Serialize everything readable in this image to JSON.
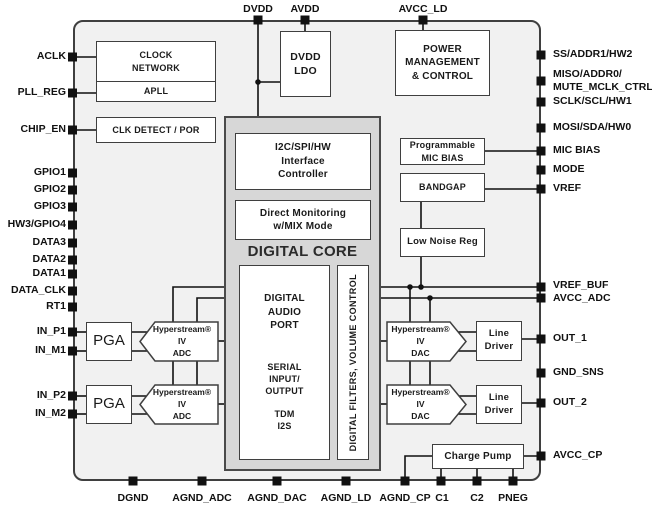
{
  "pins": {
    "top": {
      "dvdd": "DVDD",
      "avdd": "AVDD",
      "avcc_ld": "AVCC_LD"
    },
    "left": {
      "aclk": "ACLK",
      "pll_reg": "PLL_REG",
      "chip_en": "CHIP_EN",
      "gpio1": "GPIO1",
      "gpio2": "GPIO2",
      "gpio3": "GPIO3",
      "hw3_gpio4": "HW3/GPIO4",
      "data3": "DATA3",
      "data2": "DATA2",
      "data1": "DATA1",
      "data_clk": "DATA_CLK",
      "rt1": "RT1",
      "in_p1": "IN_P1",
      "in_m1": "IN_M1",
      "in_p2": "IN_P2",
      "in_m2": "IN_M2"
    },
    "right": {
      "ss": "SS/ADDR1/HW2",
      "miso": "MISO/ADDR0/\nMUTE_MCLK_CTRL",
      "sclk": "SCLK/SCL/HW1",
      "mosi": "MOSI/SDA/HW0",
      "mic_bias": "MIC BIAS",
      "mode": "MODE",
      "vref": "VREF",
      "vref_buf": "VREF_BUF",
      "avcc_adc": "AVCC_ADC",
      "out1": "OUT_1",
      "gnd_sns": "GND_SNS",
      "out2": "OUT_2",
      "avcc_cp": "AVCC_CP"
    },
    "bottom": {
      "dgnd": "DGND",
      "agnd_adc": "AGND_ADC",
      "agnd_dac": "AGND_DAC",
      "agnd_ld": "AGND_LD",
      "agnd_cp": "AGND_CP",
      "c1": "C1",
      "c2": "C2",
      "pneg": "PNEG"
    }
  },
  "blocks": {
    "clock_network": "CLOCK\nNETWORK",
    "apll": "APLL",
    "clk_detect": "CLK DETECT / POR",
    "dvdd_ldo": "DVDD\nLDO",
    "power_mgmt": "POWER\nMANAGEMENT\n& CONTROL",
    "i2c": "I2C/SPI/HW\nInterface\nController",
    "direct_mon": "Direct Monitoring\nw/MIX Mode",
    "digital_core": "DIGITAL CORE",
    "dap_title": "DIGITAL\nAUDIO\nPORT",
    "dap_serial": "SERIAL\nINPUT/\nOUTPUT",
    "dap_tdm": "TDM\nI2S",
    "filters": "DIGITAL FILTERS, VOLUME CONTROL",
    "pga1": "PGA",
    "pga2": "PGA",
    "adc1": "Hyperstream® IV\nADC",
    "adc2": "Hyperstream® IV\nADC",
    "dac1": "Hyperstream® IV\nDAC",
    "dac2": "Hyperstream® IV\nDAC",
    "line_driver1": "Line\nDriver",
    "line_driver2": "Line\nDriver",
    "prog_mic_bias": "Programmable\nMIC BIAS",
    "bandgap": "BANDGAP",
    "low_noise": "Low Noise Reg",
    "charge_pump": "Charge Pump"
  },
  "colors": {
    "chip_fill": "#f1f1f1",
    "core_fill": "#d7d7d7",
    "border": "#3f3f3f",
    "wire": "#111111"
  }
}
